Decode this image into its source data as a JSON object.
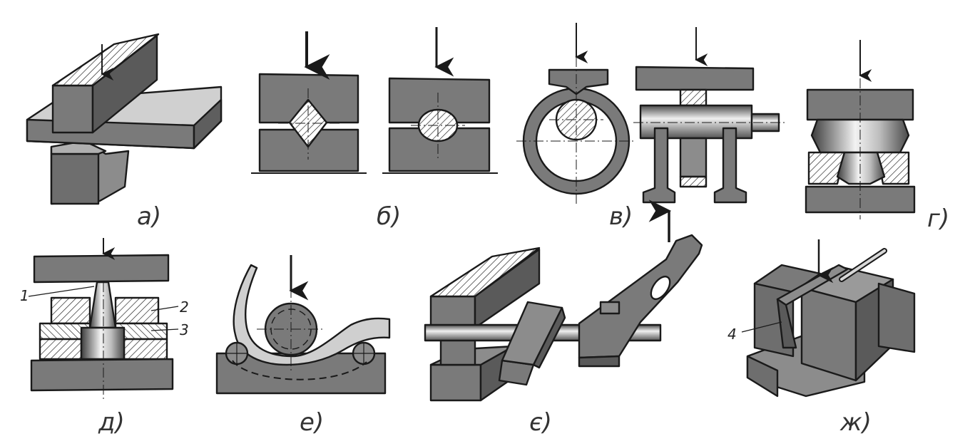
{
  "colors": {
    "metal_dark": "#6e6e6e",
    "metal_mid": "#8c8c8c",
    "metal_light": "#c9c9c9",
    "outline": "#1a1a1a",
    "workpiece": "#b8b8b8",
    "background": "#ffffff"
  },
  "diagram": {
    "panels": [
      {
        "id": "a",
        "label": "а)"
      },
      {
        "id": "b",
        "label": "б)"
      },
      {
        "id": "v",
        "label": "в)"
      },
      {
        "id": "g",
        "label": "г)"
      },
      {
        "id": "d",
        "label": "д)"
      },
      {
        "id": "e",
        "label": "е)"
      },
      {
        "id": "ye",
        "label": "є)"
      },
      {
        "id": "zh",
        "label": "ж)"
      }
    ],
    "callouts": {
      "d": [
        "1",
        "2",
        "3"
      ],
      "zh": [
        "4"
      ]
    }
  }
}
